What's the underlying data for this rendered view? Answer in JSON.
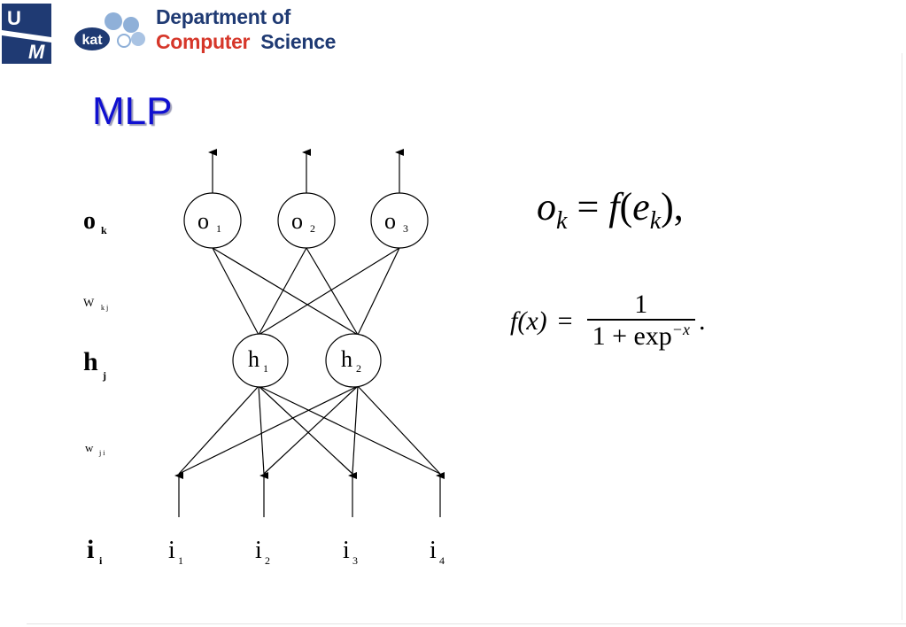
{
  "header": {
    "logo_letters": [
      "U",
      "M"
    ],
    "kat_text": "kat",
    "dept_line1": "Department of",
    "dept_line2_word1": "Computer",
    "dept_line2_word2": "Science"
  },
  "title": "MLP",
  "diagram": {
    "row_labels": {
      "output": {
        "main": "o",
        "sub": "k"
      },
      "w_top": {
        "main": "W",
        "sub": "k j"
      },
      "hidden": {
        "main": "h",
        "sub": "j"
      },
      "w_bottom": {
        "main": "w",
        "sub": "j i"
      },
      "input": {
        "main": "i",
        "sub": "i"
      }
    },
    "output_nodes": [
      {
        "main": "o",
        "sub": "1"
      },
      {
        "main": "o",
        "sub": "2"
      },
      {
        "main": "o",
        "sub": "3"
      }
    ],
    "hidden_nodes": [
      {
        "main": "h",
        "sub": "1"
      },
      {
        "main": "h",
        "sub": "2"
      }
    ],
    "input_nodes": [
      {
        "main": "i",
        "sub": "1"
      },
      {
        "main": "i",
        "sub": "2"
      },
      {
        "main": "i",
        "sub": "3"
      },
      {
        "main": "i",
        "sub": "4"
      }
    ]
  },
  "formulas": {
    "f1": {
      "lhs": "o",
      "lhs_sub": "k",
      "eq": "=",
      "rhs_f": "f",
      "rhs_var": "e",
      "rhs_sub": "k",
      "tail": ","
    },
    "f2": {
      "lhs": "f(x)",
      "eq": "=",
      "numerator": "1",
      "den_main": "1 + exp",
      "den_sup": "−x",
      "tail": "."
    }
  },
  "colors": {
    "logo_navy": "#1f3a73",
    "dept_blue": "#1f3a73",
    "computer_red": "#d6372a",
    "title_blue": "#1010d0",
    "kat_light": "#8fb0d8"
  }
}
